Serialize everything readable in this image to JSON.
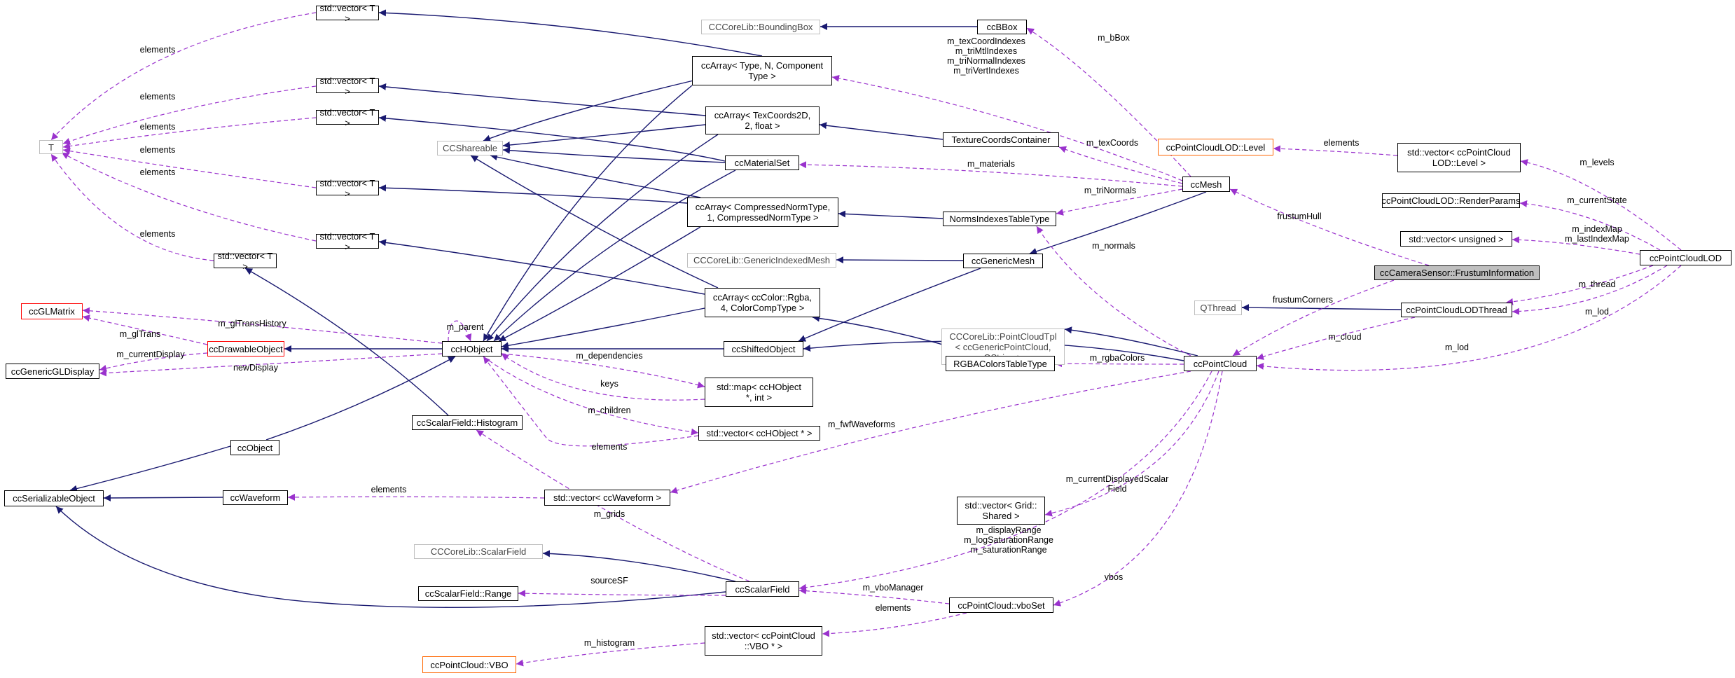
{
  "colors": {
    "inherit": "#191970",
    "usage": "#9a32cd",
    "focus_bg": "#bfbfbf"
  },
  "nodes": [
    {
      "id": "vec1",
      "label": "std::vector< T >",
      "style": "normal"
    },
    {
      "id": "vec2",
      "label": "std::vector< T >",
      "style": "normal"
    },
    {
      "id": "vec3",
      "label": "std::vector< T >",
      "style": "normal"
    },
    {
      "id": "vec4",
      "label": "std::vector< T >",
      "style": "normal"
    },
    {
      "id": "vec5",
      "label": "std::vector< T >",
      "style": "normal"
    },
    {
      "id": "vec6",
      "label": "std::vector< T >",
      "style": "normal"
    },
    {
      "id": "T",
      "label": "T",
      "style": "gray"
    },
    {
      "id": "bbox_lib",
      "label": "CCCoreLib::BoundingBox",
      "style": "gray"
    },
    {
      "id": "ccBBox",
      "label": "ccBBox",
      "style": "normal"
    },
    {
      "id": "ccArray1",
      "label": "ccArray< Type, N, Component\nType >",
      "style": "normal"
    },
    {
      "id": "ccArrayTex",
      "label": "ccArray< TexCoords2D,\n2, float >",
      "style": "normal"
    },
    {
      "id": "CCShareable",
      "label": "CCShareable",
      "style": "gray"
    },
    {
      "id": "ccMaterialSet",
      "label": "ccMaterialSet",
      "style": "normal"
    },
    {
      "id": "TexCont",
      "label": "TextureCoordsContainer",
      "style": "normal"
    },
    {
      "id": "lodLevel",
      "label": "ccPointCloudLOD::Level",
      "style": "orange"
    },
    {
      "id": "vecLevel",
      "label": "std::vector< ccPointCloud\nLOD::Level >",
      "style": "normal"
    },
    {
      "id": "ccMesh",
      "label": "ccMesh",
      "style": "normal"
    },
    {
      "id": "renderParams",
      "label": "ccPointCloudLOD::RenderParams",
      "style": "normal"
    },
    {
      "id": "ccArrayNorm",
      "label": "ccArray< CompressedNormType,\n1, CompressedNormType >",
      "style": "normal"
    },
    {
      "id": "NormsIdx",
      "label": "NormsIndexesTableType",
      "style": "normal"
    },
    {
      "id": "vecUns",
      "label": "std::vector< unsigned >",
      "style": "normal"
    },
    {
      "id": "ccPCLOD",
      "label": "ccPointCloudLOD",
      "style": "normal"
    },
    {
      "id": "genIdxMesh",
      "label": "CCCoreLib::GenericIndexedMesh",
      "style": "gray"
    },
    {
      "id": "ccGenericMesh",
      "label": "ccGenericMesh",
      "style": "normal"
    },
    {
      "id": "frustum",
      "label": "ccCameraSensor::FrustumInformation",
      "style": "focus"
    },
    {
      "id": "ccGLMatrix",
      "label": "ccGLMatrix",
      "style": "red"
    },
    {
      "id": "ccArrayRgba",
      "label": "ccArray< ccColor::Rgba,\n4, ColorCompType >",
      "style": "normal"
    },
    {
      "id": "QThread",
      "label": "QThread",
      "style": "gray"
    },
    {
      "id": "lodThread",
      "label": "ccPointCloudLODThread",
      "style": "normal"
    },
    {
      "id": "pcTpl",
      "label": "CCCoreLib::PointCloudTpl\n< ccGenericPointCloud,\nQString >",
      "style": "gray"
    },
    {
      "id": "ccDrawable",
      "label": "ccDrawableObject",
      "style": "red"
    },
    {
      "id": "ccHObject",
      "label": "ccHObject",
      "style": "normal"
    },
    {
      "id": "ccShifted",
      "label": "ccShiftedObject",
      "style": "normal"
    },
    {
      "id": "RGBAColors",
      "label": "RGBAColorsTableType",
      "style": "normal"
    },
    {
      "id": "ccPointCloud",
      "label": "ccPointCloud",
      "style": "normal"
    },
    {
      "id": "ccGenGL",
      "label": "ccGenericGLDisplay",
      "style": "normal"
    },
    {
      "id": "mapHObj",
      "label": "std::map< ccHObject\n*, int >",
      "style": "normal"
    },
    {
      "id": "sfHist",
      "label": "ccScalarField::Histogram",
      "style": "normal"
    },
    {
      "id": "vecHObj",
      "label": "std::vector< ccHObject * >",
      "style": "normal"
    },
    {
      "id": "ccObject",
      "label": "ccObject",
      "style": "normal"
    },
    {
      "id": "ccSerial",
      "label": "ccSerializableObject",
      "style": "normal"
    },
    {
      "id": "ccWaveform",
      "label": "ccWaveform",
      "style": "normal"
    },
    {
      "id": "vecWave",
      "label": "std::vector< ccWaveform >",
      "style": "normal"
    },
    {
      "id": "vecGrid",
      "label": "std::vector< Grid::\nShared >",
      "style": "normal"
    },
    {
      "id": "sfLib",
      "label": "CCCoreLib::ScalarField",
      "style": "gray"
    },
    {
      "id": "sfRange",
      "label": "ccScalarField::Range",
      "style": "normal"
    },
    {
      "id": "ccSF",
      "label": "ccScalarField",
      "style": "normal"
    },
    {
      "id": "vboSet",
      "label": "ccPointCloud::vboSet",
      "style": "normal"
    },
    {
      "id": "vecVBO",
      "label": "std::vector< ccPointCloud\n::VBO * >",
      "style": "normal"
    },
    {
      "id": "VBO",
      "label": "ccPointCloud::VBO",
      "style": "orange"
    }
  ],
  "edge_labels": [
    "elements",
    "elements",
    "elements",
    "elements",
    "elements",
    "elements",
    "m_bBox",
    "m_texCoordIndexes\nm_triMtlIndexes\nm_triNormalIndexes\nm_triVertIndexes",
    "m_texCoords",
    "elements",
    "m_materials",
    "m_levels",
    "m_triNormals",
    "m_currentState",
    "frustumHull",
    "m_indexMap\nm_lastIndexMap",
    "m_normals",
    "m_thread",
    "frustumCorners",
    "m_lod",
    "m_glTransHistory",
    "m_parent",
    "m_glTrans",
    "m_cloud",
    "m_currentDisplay",
    "m_dependencies",
    "m_rgbaColors",
    "m_lod",
    "newDisplay",
    "keys",
    "m_children",
    "m_fwfWaveforms",
    "elements",
    "elements",
    "m_histogram",
    "m_grids",
    "m_currentDisplayedScalar\nField",
    "m_displayRange\nm_logSaturationRange\nm_saturationRange",
    "sourceSF",
    "m_vboManager",
    "vbos",
    "elements"
  ]
}
